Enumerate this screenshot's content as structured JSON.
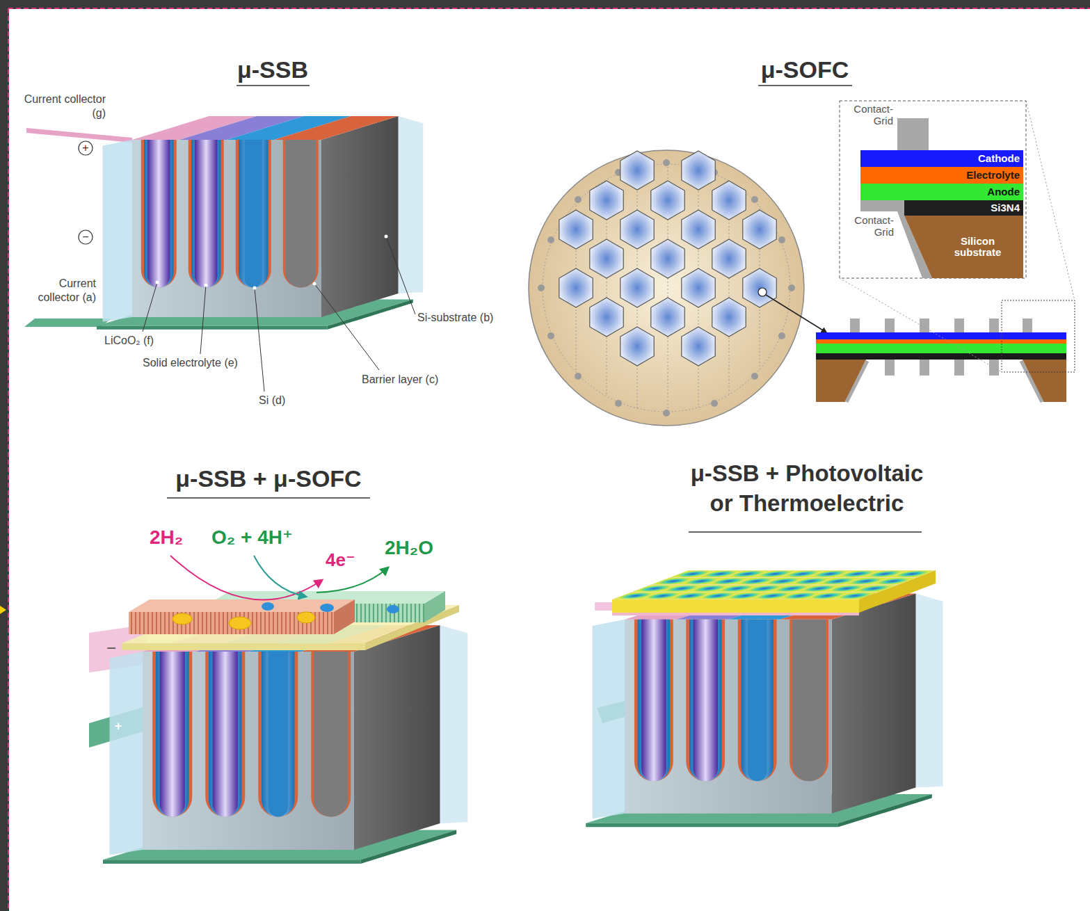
{
  "diagram": {
    "nodes": [
      {
        "text": [
          "Cathode"
        ]
      },
      {
        "text": [
          "Electrolyte"
        ]
      },
      {
        "text": [
          "Anode"
        ]
      },
      {
        "text": [
          "Si3N4"
        ]
      },
      {
        "text": [
          "Silicon substrate"
        ]
      }
    ],
    "labels": [
      "μ-SSB",
      "μ-SOFC",
      "Current collector (g)",
      "+",
      "−",
      "Current collector (a)",
      "LiCoO₂ (f)",
      "Solid electrolyte (e)",
      "Si (d)",
      "Barrier layer (c)",
      "Si-substrate (b)",
      "Contact-Grid",
      "Contact-Grid",
      "μ-SSB + μ-SOFC",
      "μ-SSB + Photovoltaic or Thermoelectric",
      "2H₂",
      "O₂ + 4H⁺",
      "4e⁻",
      "2H₂O",
      "−",
      "+"
    ]
  }
}
